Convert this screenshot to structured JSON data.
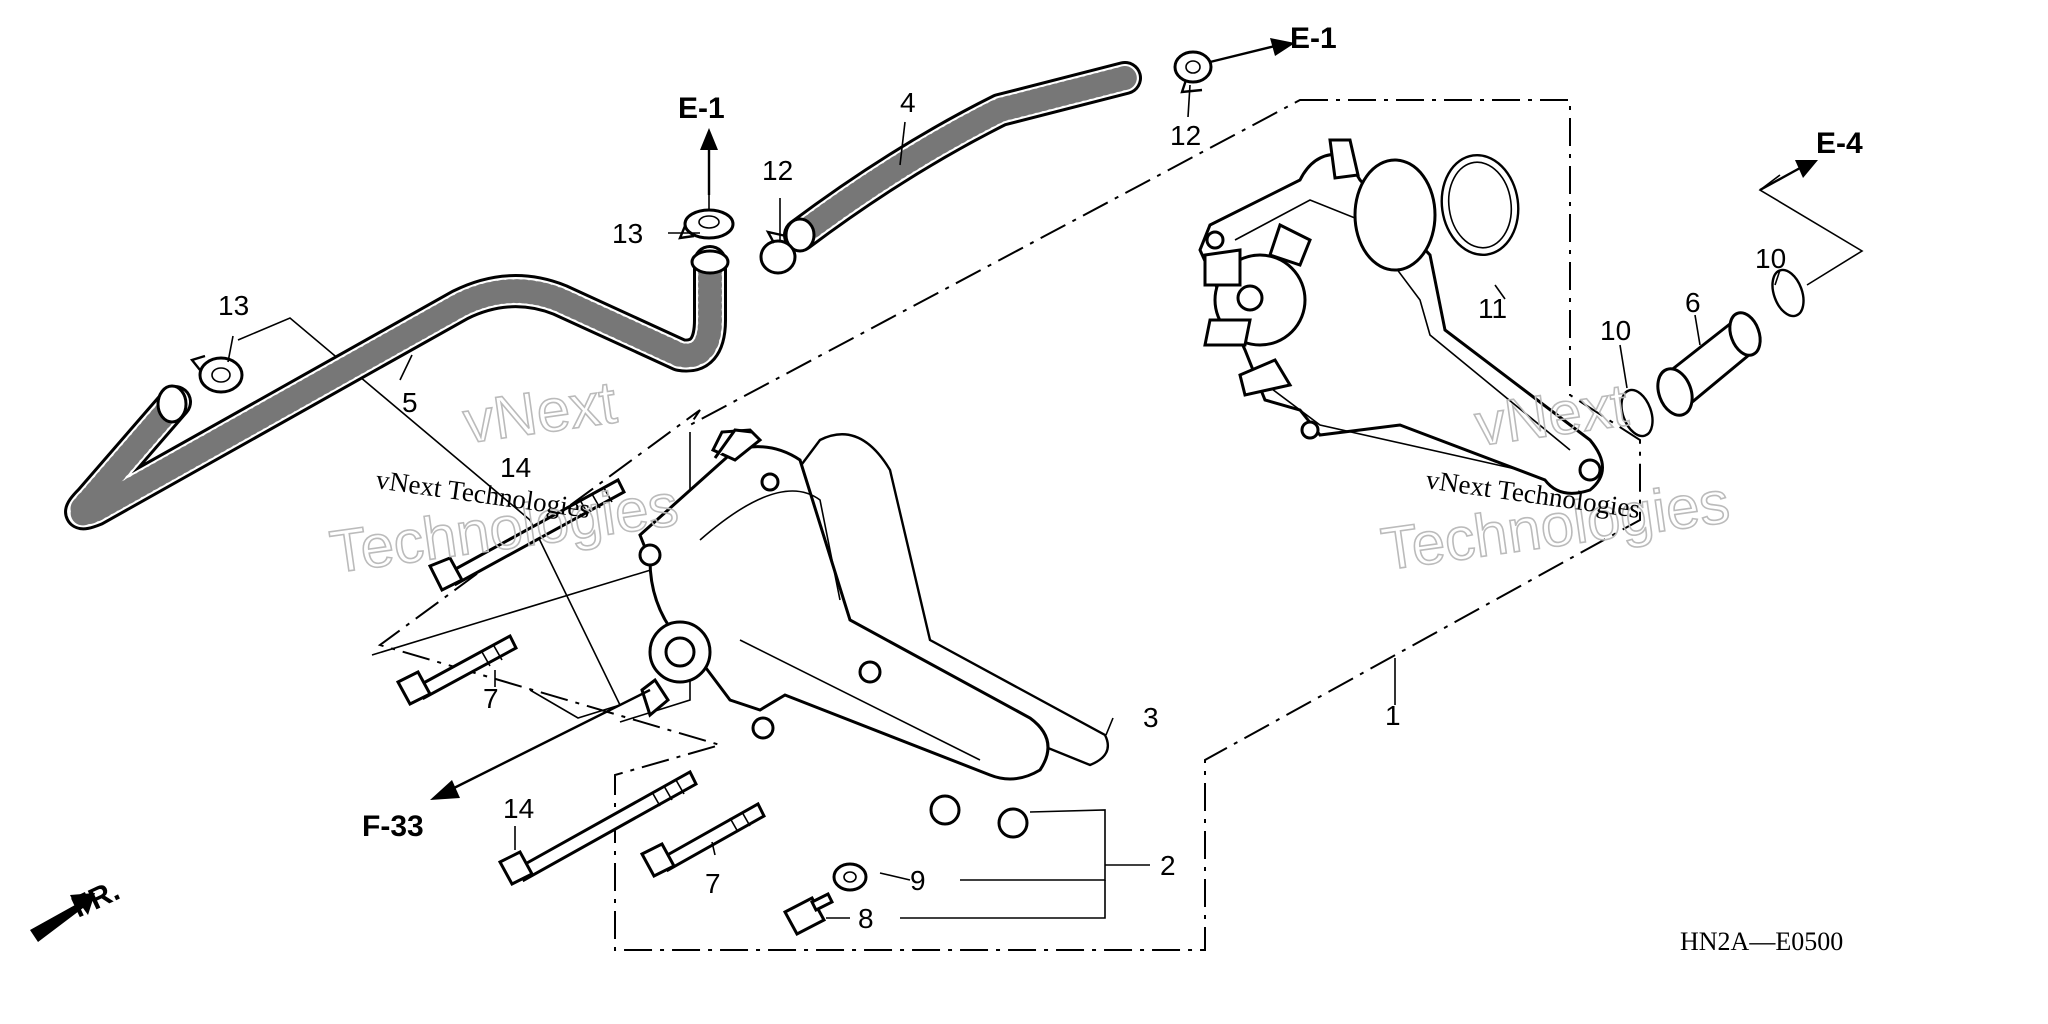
{
  "diagram_code": "HN2A—E0500",
  "front_indicator": "FR.",
  "watermarks": {
    "line1": "vNext",
    "line2": "Technologies",
    "small": "vNext Technologies"
  },
  "references": {
    "e1_top": "E-1",
    "e1_left": "E-1",
    "e4": "E-4",
    "f33": "F-33"
  },
  "callouts": {
    "c1": "1",
    "c2": "2",
    "c3": "3",
    "c4": "4",
    "c5": "5",
    "c6": "6",
    "c7a": "7",
    "c7b": "7",
    "c8": "8",
    "c9": "9",
    "c10a": "10",
    "c10b": "10",
    "c11": "11",
    "c12a": "12",
    "c12b": "12",
    "c13a": "13",
    "c13b": "13",
    "c14a": "14",
    "c14b": "14"
  }
}
